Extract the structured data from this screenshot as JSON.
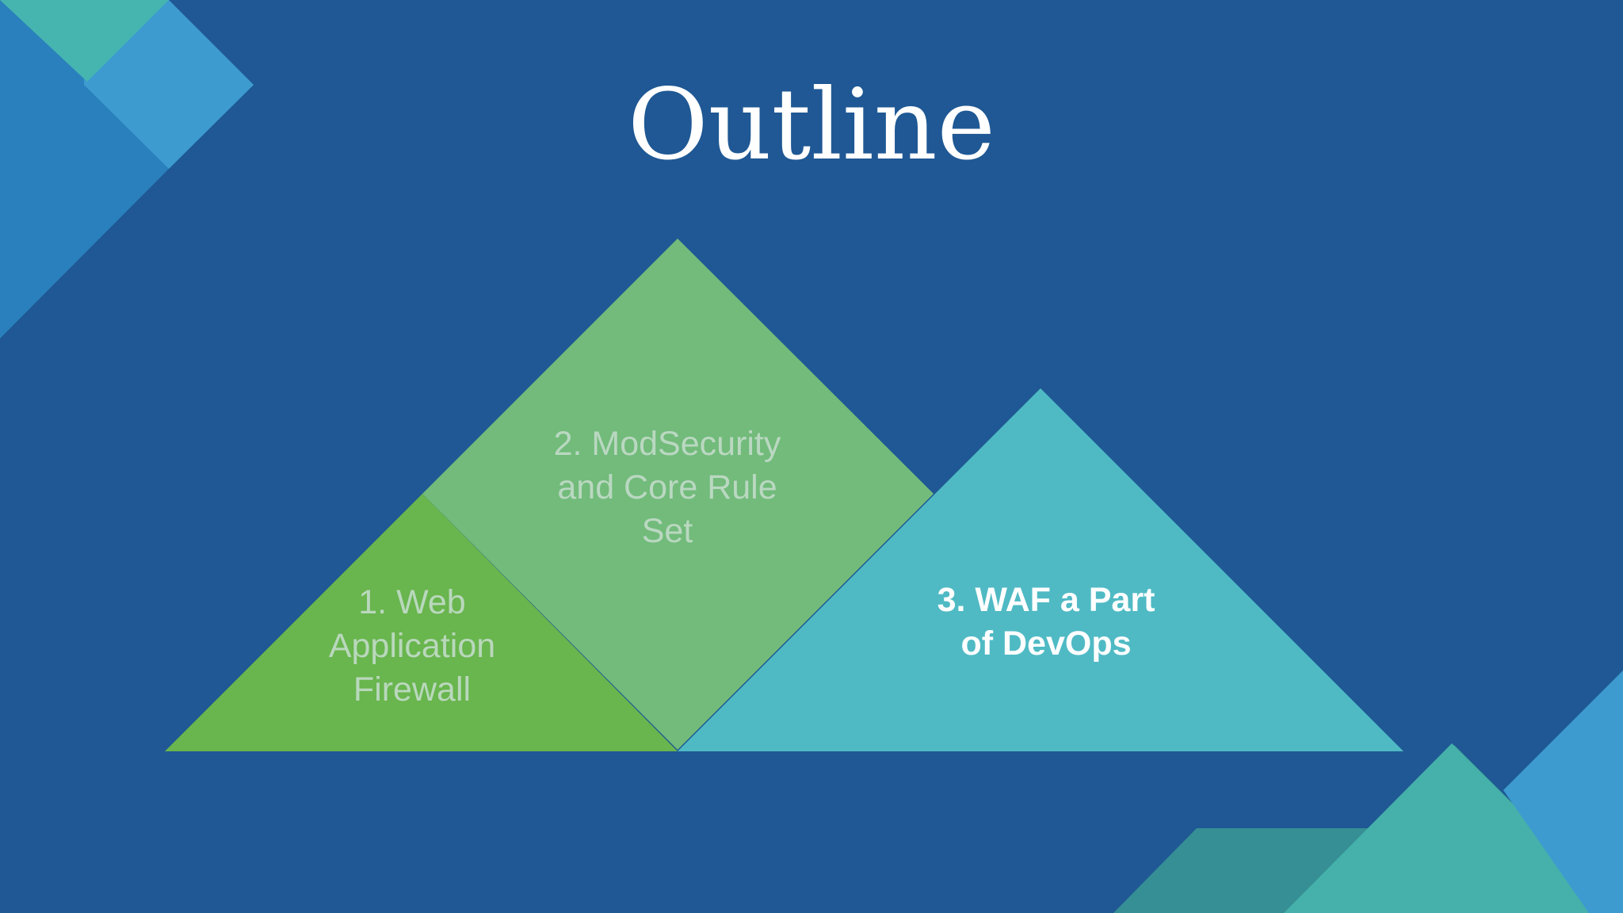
{
  "slide": {
    "title": "Outline",
    "items": [
      {
        "number": "1.",
        "line1": "1. Web",
        "line2": "Application",
        "line3": "Firewall",
        "state": "inactive"
      },
      {
        "number": "2.",
        "line1": "2. ModSecurity",
        "line2": "and Core Rule",
        "line3": "Set",
        "state": "inactive"
      },
      {
        "number": "3.",
        "line1": "3. WAF a Part",
        "line2": "of DevOps",
        "state": "active"
      }
    ]
  },
  "colors": {
    "background": "#1f5894",
    "green_dark": "#69b54e",
    "green_light": "#72bb7b",
    "teal": "#4fbac4",
    "accent_blue": "#3d9bd0",
    "accent_teal": "#45b1aa",
    "text_dim": "#c2dcc9",
    "text_active": "#ffffff"
  }
}
